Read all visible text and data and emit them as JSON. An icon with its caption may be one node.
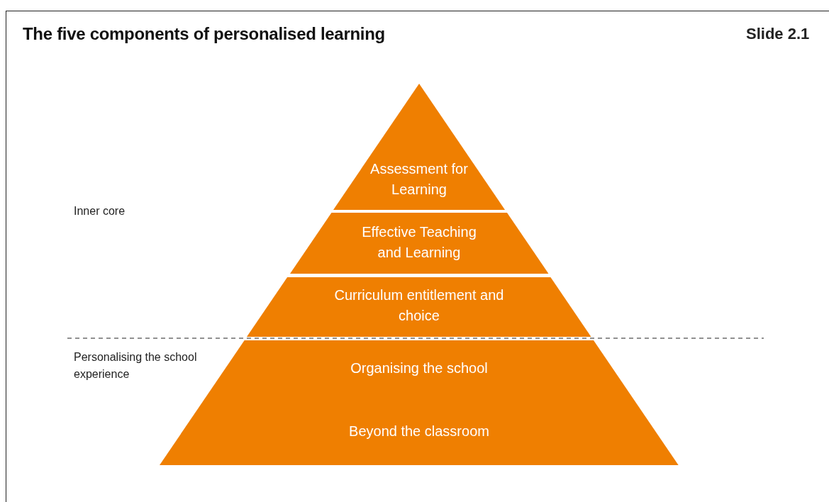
{
  "diagram": {
    "title": "The five components of personalised learning",
    "nodes": [
      {
        "text": [
          "Assessment for Learning"
        ]
      },
      {
        "text": [
          "Effective Teaching and Learning"
        ]
      },
      {
        "text": [
          "Curriculum entitlement and choice"
        ]
      },
      {
        "text": [
          "Organising the school",
          "Beyond the classroom"
        ]
      }
    ],
    "labels": [
      "Slide 2.1",
      "Inner core",
      "Personalising the school experience"
    ]
  }
}
